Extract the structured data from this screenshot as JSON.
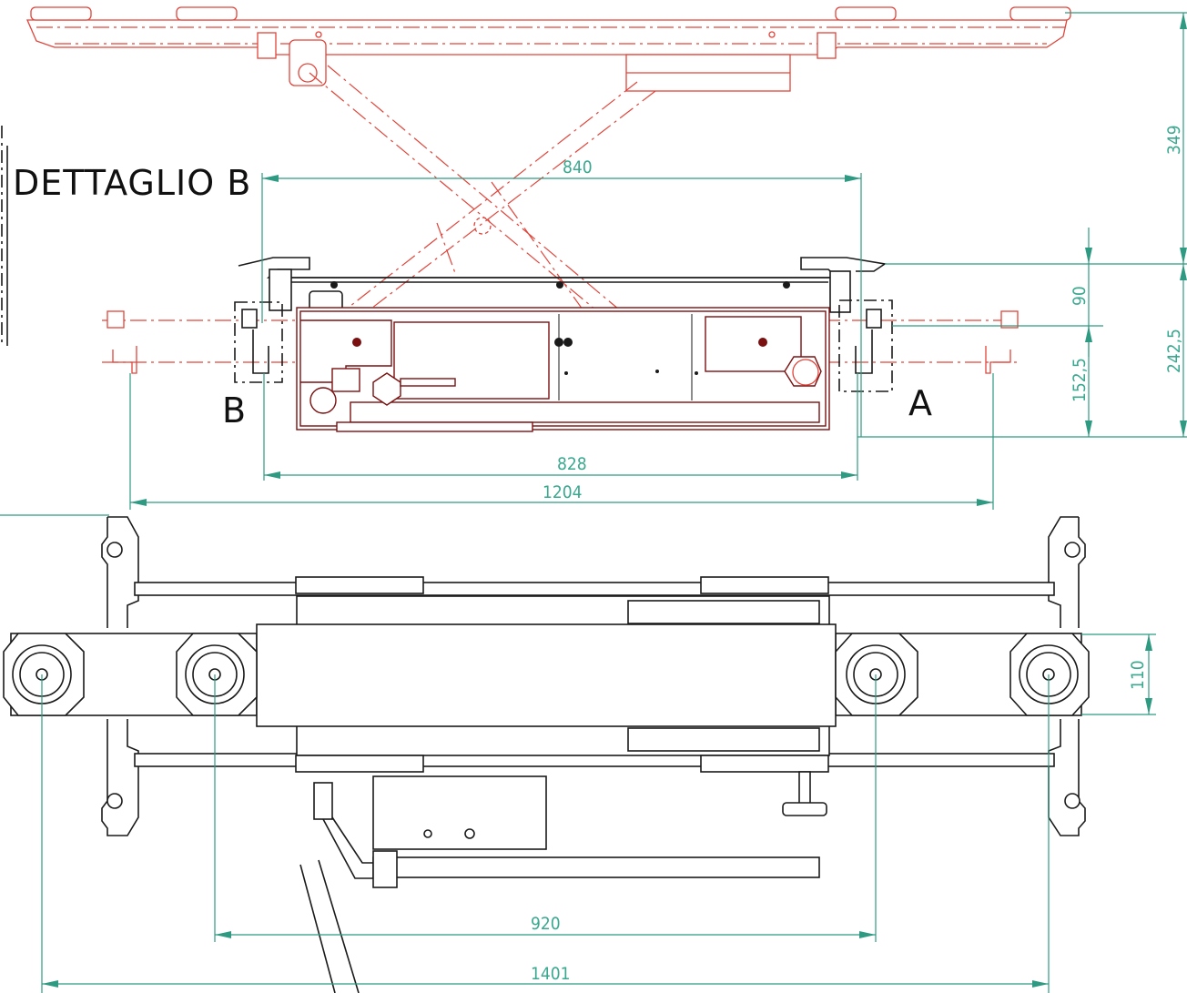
{
  "labels": {
    "detail_b": "DETTAGLIO B",
    "marker_a": "A",
    "marker_b": "B"
  },
  "dimensions": {
    "d840": "840",
    "d828": "828",
    "d1204": "1204",
    "d349": "349",
    "d90": "90",
    "d152_5": "152,5",
    "d242_5": "242,5",
    "d110": "110",
    "d920": "920",
    "d1401": "1401"
  },
  "colors": {
    "dimension": "#3aa88f",
    "raised_outline": "#e0443a",
    "lowered_outline": "#7a1010",
    "top_view": "#1a1a1a"
  }
}
